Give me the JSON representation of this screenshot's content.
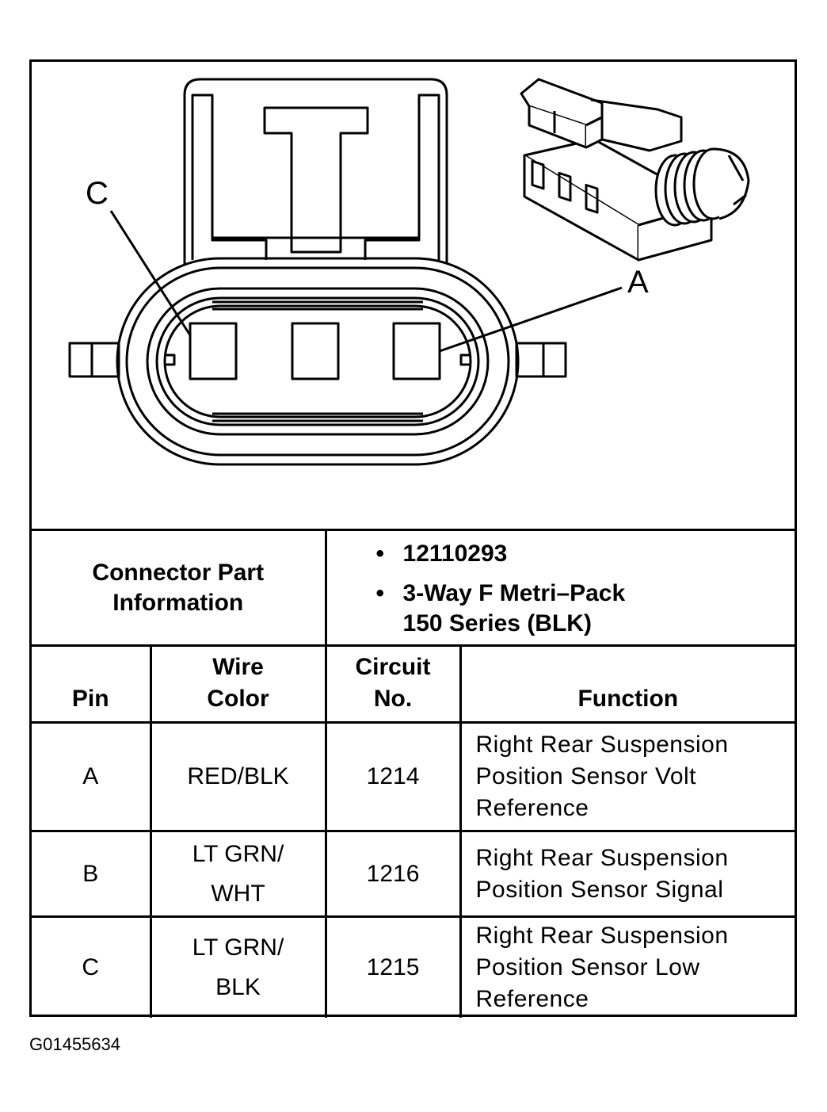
{
  "pin_callouts": {
    "c": "C",
    "a": "A"
  },
  "connector_info": {
    "label_line1": "Connector Part",
    "label_line2": "Information",
    "part_number": "12110293",
    "description_line1": "3-Way F Metri–Pack",
    "description_line2": "150 Series (BLK)",
    "bullet": "•"
  },
  "table": {
    "headers": {
      "pin": "Pin",
      "wire_color_line1": "Wire",
      "wire_color_line2": "Color",
      "circuit_line1": "Circuit",
      "circuit_line2": "No.",
      "function": "Function"
    },
    "rows": [
      {
        "pin": "A",
        "wire_line1": "RED/BLK",
        "wire_line2": "",
        "circuit": "1214",
        "function_line1": "Right Rear Suspension",
        "function_line2": "Position Sensor Volt",
        "function_line3": "Reference"
      },
      {
        "pin": "B",
        "wire_line1": "LT GRN/",
        "wire_line2": "WHT",
        "circuit": "1216",
        "function_line1": "Right Rear Suspension",
        "function_line2": "Position Sensor Signal",
        "function_line3": ""
      },
      {
        "pin": "C",
        "wire_line1": "LT GRN/",
        "wire_line2": "BLK",
        "circuit": "1215",
        "function_line1": "Right Rear Suspension",
        "function_line2": "Position Sensor Low",
        "function_line3": "Reference"
      }
    ]
  },
  "figure_id": "G01455634"
}
